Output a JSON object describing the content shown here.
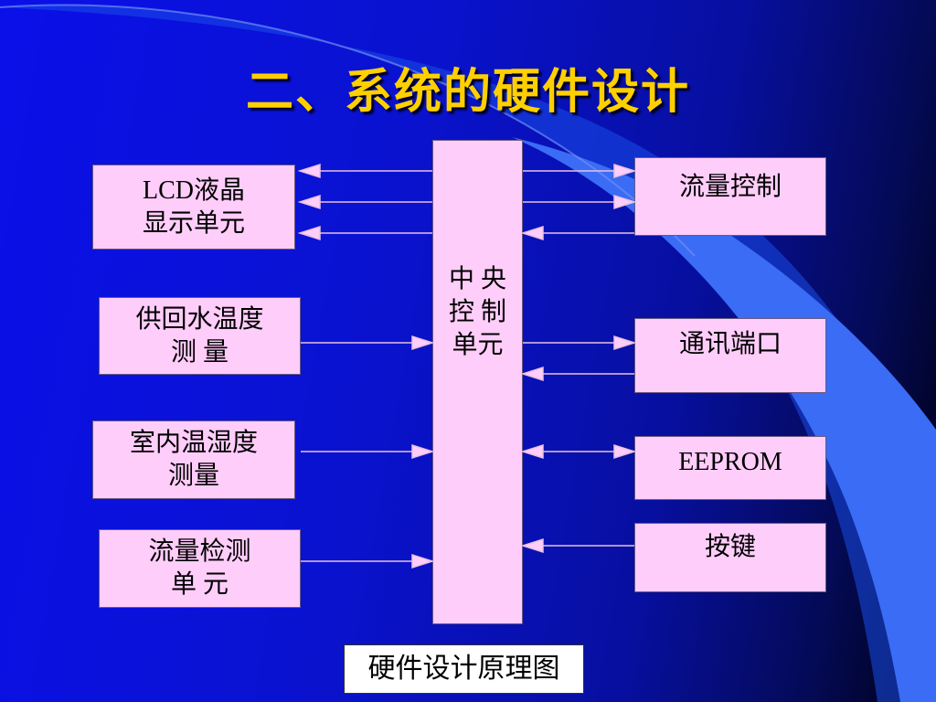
{
  "slide": {
    "title": "二、系统的硬件设计",
    "caption": "硬件设计原理图"
  },
  "diagram": {
    "center": {
      "lines": [
        "中 央",
        "控 制",
        "单元"
      ]
    },
    "left_nodes": [
      {
        "id": "lcd",
        "lines": [
          "LCD液晶",
          "显示单元"
        ]
      },
      {
        "id": "supply-return-temp",
        "lines": [
          "供回水温度",
          "测 量"
        ]
      },
      {
        "id": "indoor-temp-humidity",
        "lines": [
          "室内温湿度",
          "测量"
        ]
      },
      {
        "id": "flow-detect",
        "lines": [
          "流量检测",
          "单 元"
        ]
      }
    ],
    "right_nodes": [
      {
        "id": "flow-control",
        "lines": [
          "流量控制"
        ]
      },
      {
        "id": "comm-port",
        "lines": [
          "通讯端口"
        ]
      },
      {
        "id": "eeprom",
        "lines": [
          "EEPROM"
        ]
      },
      {
        "id": "keys",
        "lines": [
          "按键"
        ]
      }
    ]
  },
  "colors": {
    "title": "#ffd000",
    "box_fill": "#ffcdfa",
    "arrow": "#ffcdfa",
    "line": "#e8c0e0"
  }
}
